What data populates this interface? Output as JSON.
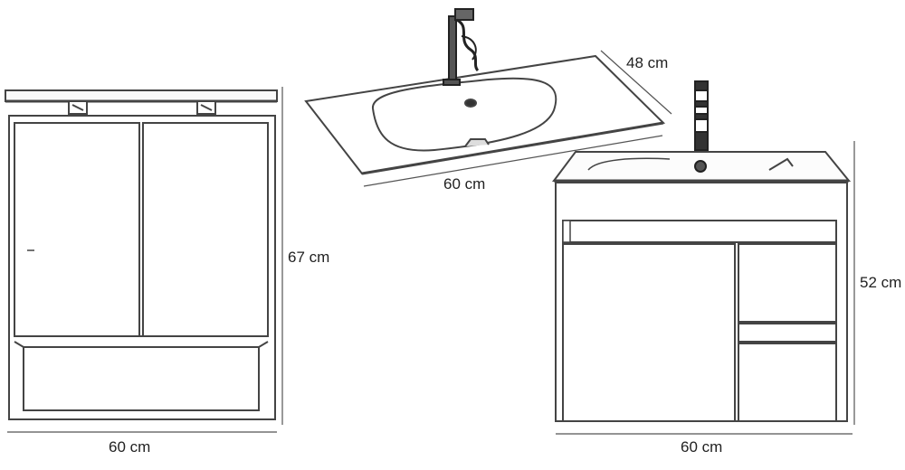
{
  "dimensions": {
    "mirror_cabinet_height": "67 cm",
    "mirror_cabinet_width": "60 cm",
    "basin_depth": "48 cm",
    "basin_width": "60 cm",
    "vanity_height": "52 cm",
    "vanity_width": "60 cm"
  },
  "colors": {
    "line": "#444444",
    "dark": "#222222"
  }
}
